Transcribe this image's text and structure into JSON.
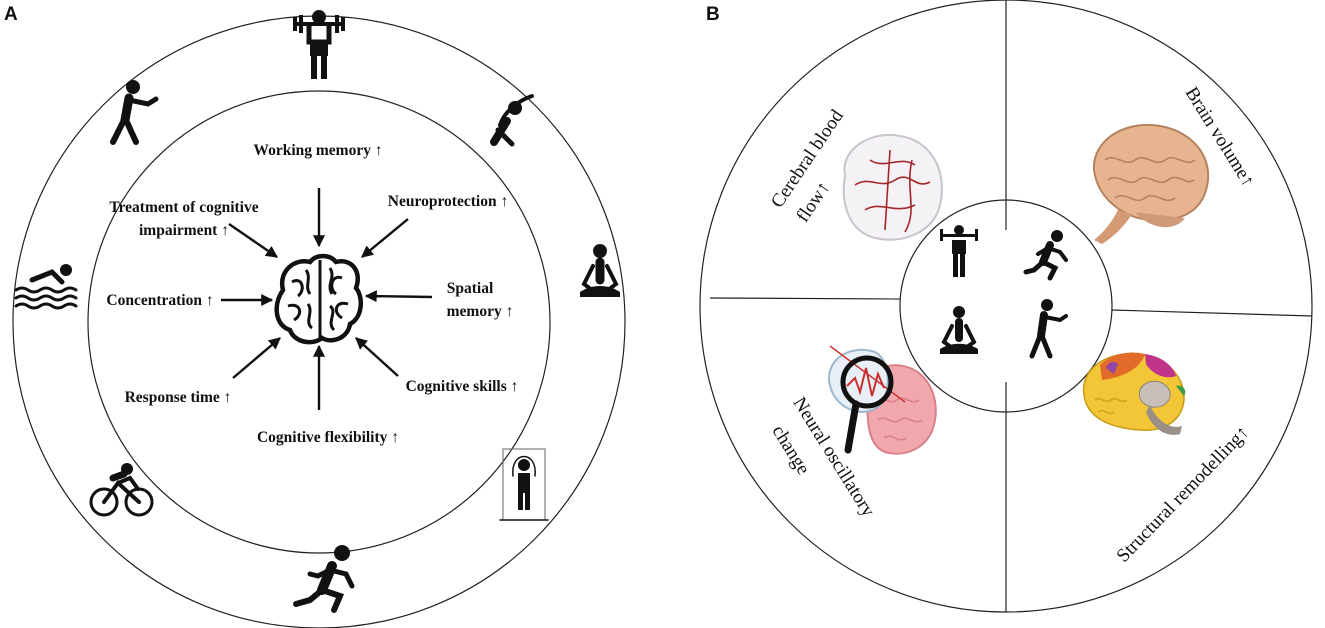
{
  "panel_a": {
    "label": "A",
    "outcomes": {
      "working_memory": "Working memory ↑",
      "neuroprotection": "Neuroprotection ↑",
      "treatment_line1": "Treatment of cognitive",
      "treatment_line2": "impairment ↑",
      "concentration": "Concentration ↑",
      "spatial_line1": "Spatial",
      "spatial_line2": "memory ↑",
      "response_time": "Response time ↑",
      "cognitive_skills": "Cognitive skills ↑",
      "cognitive_flexibility": "Cognitive flexibility ↑"
    }
  },
  "panel_b": {
    "label": "B",
    "quadrants": {
      "cbf_line1": "Cerebral blood",
      "cbf_line2": "flow↑",
      "brain_volume": "Brain volume↑",
      "neural_line1": "Neural oscillatory",
      "neural_line2": "change",
      "structural": "Structural remodelling↑"
    }
  },
  "colors": {
    "ink": "#111111",
    "vessel": "#a3262a",
    "brain_tan": "#e6b48f",
    "brain_pink": "#f1a8ad"
  }
}
